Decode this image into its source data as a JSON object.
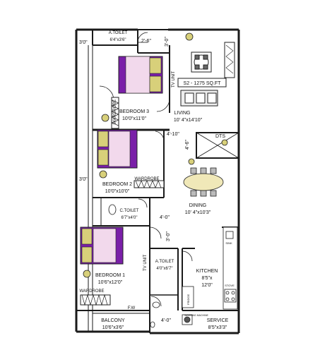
{
  "rooms": {
    "a_toilet_top": {
      "name": "A.TOILET",
      "size": "6'4\"x3'6\""
    },
    "bedroom3": {
      "name": "BEDROOM 3",
      "size": "10'0\"x11'0\""
    },
    "living": {
      "name": "LIVING",
      "size": "10' 4\"x14'10\""
    },
    "bedroom2": {
      "name": "BEDROOM 2",
      "size": "10'0\"x10'0\""
    },
    "c_toilet": {
      "name": "C.TOILET",
      "size": "6'7\"x4'0\""
    },
    "dining": {
      "name": "DINING",
      "size": "10' 4\"x10'3\""
    },
    "bedroom1": {
      "name": "BEDROOM 1",
      "size": "10'6\"x12'0\""
    },
    "a_toilet_bottom": {
      "name": "A.TOILET",
      "size": "4'0\"x6'7\""
    },
    "kitchen": {
      "name": "KITCHEN",
      "size_a": "8'5\"x",
      "size_b": "12'0\""
    },
    "balcony": {
      "name": "BALCONY",
      "size": "10'6\"x3'6\""
    },
    "service": {
      "name": "SERVICE",
      "size": "8'5\"x3'3\""
    }
  },
  "unit_label": "S2 - 1275 SQ.FT",
  "labels": {
    "wardrobe": "WARDROBE",
    "tv_unit": "TV UNIT",
    "dts": "DTS",
    "sink": "SINK",
    "stove": "STOVE",
    "fridge": "FRIDGE",
    "washing_machine": "WASHING MACHINE",
    "fw": "F.W"
  },
  "dimensions": {
    "d_3_0_top": "3'0\"",
    "d_3_0_mid": "3'0\"",
    "d_2_6": "2'-6\"",
    "d_3_0_v": "3'-0\"",
    "d_4_10": "4'-10\"",
    "d_4_6": "4'-6\"",
    "d_4_0_mid": "4'-0\"",
    "d_3_0_kit": "3'-0\"",
    "d_4_0_bot": "4'-0\""
  },
  "colors": {
    "wall": "#1a1a1a",
    "bed_purple": "#7a1fa8",
    "pillow": "#d8d07a",
    "bed_pink": "#f2d9ec",
    "furniture": "#333333"
  }
}
